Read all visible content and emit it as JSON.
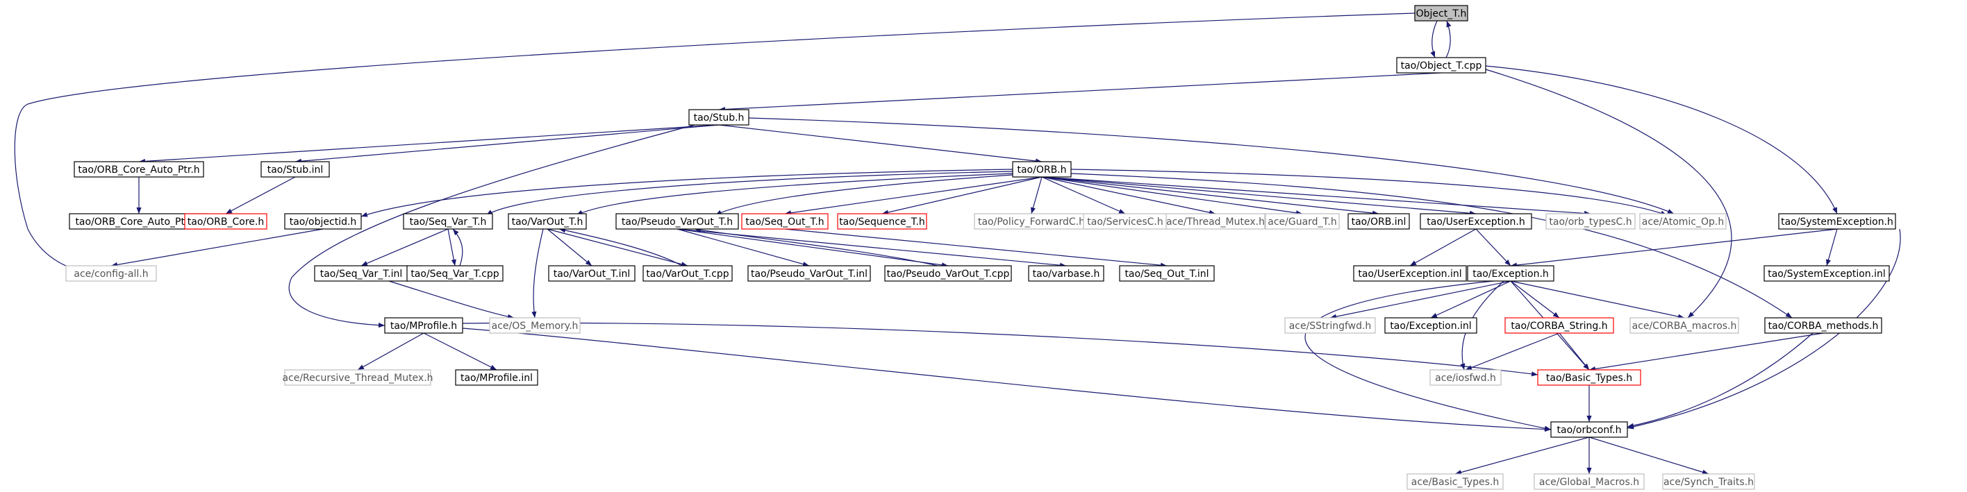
{
  "colors": {
    "edge": "#191970",
    "border_normal": "#000000",
    "border_missing": "#bfbfbf",
    "border_truncated": "#ff0000",
    "fill_root": "#bfbfbf",
    "fill_normal": "#ffffff",
    "text_normal": "#000000",
    "text_missing": "#555555"
  },
  "nodes": [
    {
      "id": "object_t_h",
      "label": "Object_T.h",
      "style": "root"
    },
    {
      "id": "object_t_cpp",
      "label": "tao/Object_T.cpp",
      "style": "normal"
    },
    {
      "id": "stub_h",
      "label": "tao/Stub.h",
      "style": "normal"
    },
    {
      "id": "orb_core_auto_ptr_h",
      "label": "tao/ORB_Core_Auto_Ptr.h",
      "style": "normal"
    },
    {
      "id": "stub_inl",
      "label": "tao/Stub.inl",
      "style": "normal"
    },
    {
      "id": "orb_h",
      "label": "tao/ORB.h",
      "style": "normal"
    },
    {
      "id": "orb_core_auto_ptr_inl",
      "label": "tao/ORB_Core_Auto_Ptr.inl",
      "style": "normal"
    },
    {
      "id": "orb_core_h",
      "label": "tao/ORB_Core.h",
      "style": "truncated"
    },
    {
      "id": "objectid_h",
      "label": "tao/objectid.h",
      "style": "normal"
    },
    {
      "id": "seq_var_t_h",
      "label": "tao/Seq_Var_T.h",
      "style": "normal"
    },
    {
      "id": "varout_t_h",
      "label": "tao/VarOut_T.h",
      "style": "normal"
    },
    {
      "id": "pseudo_varout_t_h",
      "label": "tao/Pseudo_VarOut_T.h",
      "style": "normal"
    },
    {
      "id": "seq_out_t_h",
      "label": "tao/Seq_Out_T.h",
      "style": "truncated"
    },
    {
      "id": "sequence_t_h",
      "label": "tao/Sequence_T.h",
      "style": "truncated"
    },
    {
      "id": "policy_forwardc_h",
      "label": "tao/Policy_ForwardC.h",
      "style": "missing"
    },
    {
      "id": "servicesc_h",
      "label": "tao/ServicesC.h",
      "style": "missing"
    },
    {
      "id": "thread_mutex_h",
      "label": "ace/Thread_Mutex.h",
      "style": "missing"
    },
    {
      "id": "guard_t_h",
      "label": "ace/Guard_T.h",
      "style": "missing"
    },
    {
      "id": "orb_inl",
      "label": "tao/ORB.inl",
      "style": "normal"
    },
    {
      "id": "userexception_h",
      "label": "tao/UserException.h",
      "style": "normal"
    },
    {
      "id": "orb_typesc_h",
      "label": "tao/orb_typesC.h",
      "style": "missing"
    },
    {
      "id": "atomic_op_h",
      "label": "ace/Atomic_Op.h",
      "style": "missing"
    },
    {
      "id": "systemexception_h",
      "label": "tao/SystemException.h",
      "style": "normal"
    },
    {
      "id": "config_all_h",
      "label": "ace/config-all.h",
      "style": "missing"
    },
    {
      "id": "seq_var_t_inl",
      "label": "tao/Seq_Var_T.inl",
      "style": "normal"
    },
    {
      "id": "seq_var_t_cpp",
      "label": "tao/Seq_Var_T.cpp",
      "style": "normal"
    },
    {
      "id": "varout_t_inl",
      "label": "tao/VarOut_T.inl",
      "style": "normal"
    },
    {
      "id": "varout_t_cpp",
      "label": "tao/VarOut_T.cpp",
      "style": "normal"
    },
    {
      "id": "pseudo_varout_t_inl",
      "label": "tao/Pseudo_VarOut_T.inl",
      "style": "normal"
    },
    {
      "id": "pseudo_varout_t_cpp",
      "label": "tao/Pseudo_VarOut_T.cpp",
      "style": "normal"
    },
    {
      "id": "varbase_h",
      "label": "tao/varbase.h",
      "style": "normal"
    },
    {
      "id": "seq_out_t_inl",
      "label": "tao/Seq_Out_T.inl",
      "style": "normal"
    },
    {
      "id": "userexception_inl",
      "label": "tao/UserException.inl",
      "style": "normal"
    },
    {
      "id": "exception_h",
      "label": "tao/Exception.h",
      "style": "normal"
    },
    {
      "id": "systemexception_inl",
      "label": "tao/SystemException.inl",
      "style": "normal"
    },
    {
      "id": "mprofile_h",
      "label": "tao/MProfile.h",
      "style": "normal"
    },
    {
      "id": "os_memory_h",
      "label": "ace/OS_Memory.h",
      "style": "missing"
    },
    {
      "id": "sstringfwd_h",
      "label": "ace/SStringfwd.h",
      "style": "missing"
    },
    {
      "id": "exception_inl",
      "label": "tao/Exception.inl",
      "style": "normal"
    },
    {
      "id": "corba_string_h",
      "label": "tao/CORBA_String.h",
      "style": "truncated"
    },
    {
      "id": "corba_macros_h",
      "label": "ace/CORBA_macros.h",
      "style": "missing"
    },
    {
      "id": "corba_methods_h",
      "label": "tao/CORBA_methods.h",
      "style": "normal"
    },
    {
      "id": "recursive_thread_mutex_h",
      "label": "ace/Recursive_Thread_Mutex.h",
      "style": "missing"
    },
    {
      "id": "mprofile_inl",
      "label": "tao/MProfile.inl",
      "style": "normal"
    },
    {
      "id": "iosfwd_h",
      "label": "ace/iosfwd.h",
      "style": "missing"
    },
    {
      "id": "basic_types_h",
      "label": "tao/Basic_Types.h",
      "style": "truncated"
    },
    {
      "id": "orbconf_h",
      "label": "tao/orbconf.h",
      "style": "normal"
    },
    {
      "id": "ace_basic_types_h",
      "label": "ace/Basic_Types.h",
      "style": "missing"
    },
    {
      "id": "global_macros_h",
      "label": "ace/Global_Macros.h",
      "style": "missing"
    },
    {
      "id": "synch_traits_h",
      "label": "ace/Synch_Traits.h",
      "style": "missing"
    }
  ],
  "edges": [
    [
      "object_t_h",
      "object_t_cpp"
    ],
    [
      "object_t_cpp",
      "object_t_h"
    ],
    [
      "object_t_h",
      "config_all_h"
    ],
    [
      "object_t_cpp",
      "stub_h"
    ],
    [
      "object_t_cpp",
      "systemexception_h"
    ],
    [
      "object_t_cpp",
      "corba_macros_h"
    ],
    [
      "stub_h",
      "orb_core_auto_ptr_h"
    ],
    [
      "stub_h",
      "stub_inl"
    ],
    [
      "stub_h",
      "orb_h"
    ],
    [
      "stub_h",
      "mprofile_h"
    ],
    [
      "stub_h",
      "atomic_op_h"
    ],
    [
      "orb_core_auto_ptr_h",
      "orb_core_auto_ptr_inl"
    ],
    [
      "stub_inl",
      "orb_core_h"
    ],
    [
      "orb_h",
      "objectid_h"
    ],
    [
      "orb_h",
      "seq_var_t_h"
    ],
    [
      "orb_h",
      "varout_t_h"
    ],
    [
      "orb_h",
      "pseudo_varout_t_h"
    ],
    [
      "orb_h",
      "seq_out_t_h"
    ],
    [
      "orb_h",
      "sequence_t_h"
    ],
    [
      "orb_h",
      "policy_forwardc_h"
    ],
    [
      "orb_h",
      "servicesc_h"
    ],
    [
      "orb_h",
      "thread_mutex_h"
    ],
    [
      "orb_h",
      "guard_t_h"
    ],
    [
      "orb_h",
      "orb_inl"
    ],
    [
      "orb_h",
      "userexception_h"
    ],
    [
      "orb_h",
      "orb_typesc_h"
    ],
    [
      "orb_h",
      "atomic_op_h"
    ],
    [
      "orb_h",
      "corba_methods_h"
    ],
    [
      "objectid_h",
      "config_all_h"
    ],
    [
      "seq_var_t_h",
      "seq_var_t_inl"
    ],
    [
      "seq_var_t_h",
      "seq_var_t_cpp"
    ],
    [
      "seq_var_t_cpp",
      "seq_var_t_h"
    ],
    [
      "seq_var_t_inl",
      "os_memory_h"
    ],
    [
      "varout_t_h",
      "varout_t_inl"
    ],
    [
      "varout_t_h",
      "varout_t_cpp"
    ],
    [
      "varout_t_cpp",
      "varout_t_h"
    ],
    [
      "varout_t_h",
      "os_memory_h"
    ],
    [
      "pseudo_varout_t_h",
      "pseudo_varout_t_inl"
    ],
    [
      "pseudo_varout_t_h",
      "pseudo_varout_t_cpp"
    ],
    [
      "pseudo_varout_t_cpp",
      "pseudo_varout_t_h"
    ],
    [
      "pseudo_varout_t_h",
      "varbase_h"
    ],
    [
      "seq_out_t_h",
      "seq_out_t_inl"
    ],
    [
      "userexception_h",
      "userexception_inl"
    ],
    [
      "userexception_h",
      "exception_h"
    ],
    [
      "systemexception_h",
      "exception_h"
    ],
    [
      "systemexception_h",
      "systemexception_inl"
    ],
    [
      "systemexception_h",
      "orbconf_h"
    ],
    [
      "exception_h",
      "sstringfwd_h"
    ],
    [
      "exception_h",
      "exception_inl"
    ],
    [
      "exception_h",
      "corba_string_h"
    ],
    [
      "exception_h",
      "corba_macros_h"
    ],
    [
      "exception_h",
      "iosfwd_h"
    ],
    [
      "exception_h",
      "basic_types_h"
    ],
    [
      "exception_h",
      "orbconf_h"
    ],
    [
      "corba_string_h",
      "iosfwd_h"
    ],
    [
      "corba_string_h",
      "basic_types_h"
    ],
    [
      "corba_methods_h",
      "basic_types_h"
    ],
    [
      "corba_methods_h",
      "orbconf_h"
    ],
    [
      "mprofile_h",
      "recursive_thread_mutex_h"
    ],
    [
      "mprofile_h",
      "mprofile_inl"
    ],
    [
      "mprofile_h",
      "basic_types_h"
    ],
    [
      "mprofile_h",
      "orbconf_h"
    ],
    [
      "basic_types_h",
      "orbconf_h"
    ],
    [
      "orbconf_h",
      "ace_basic_types_h"
    ],
    [
      "orbconf_h",
      "global_macros_h"
    ],
    [
      "orbconf_h",
      "synch_traits_h"
    ]
  ]
}
